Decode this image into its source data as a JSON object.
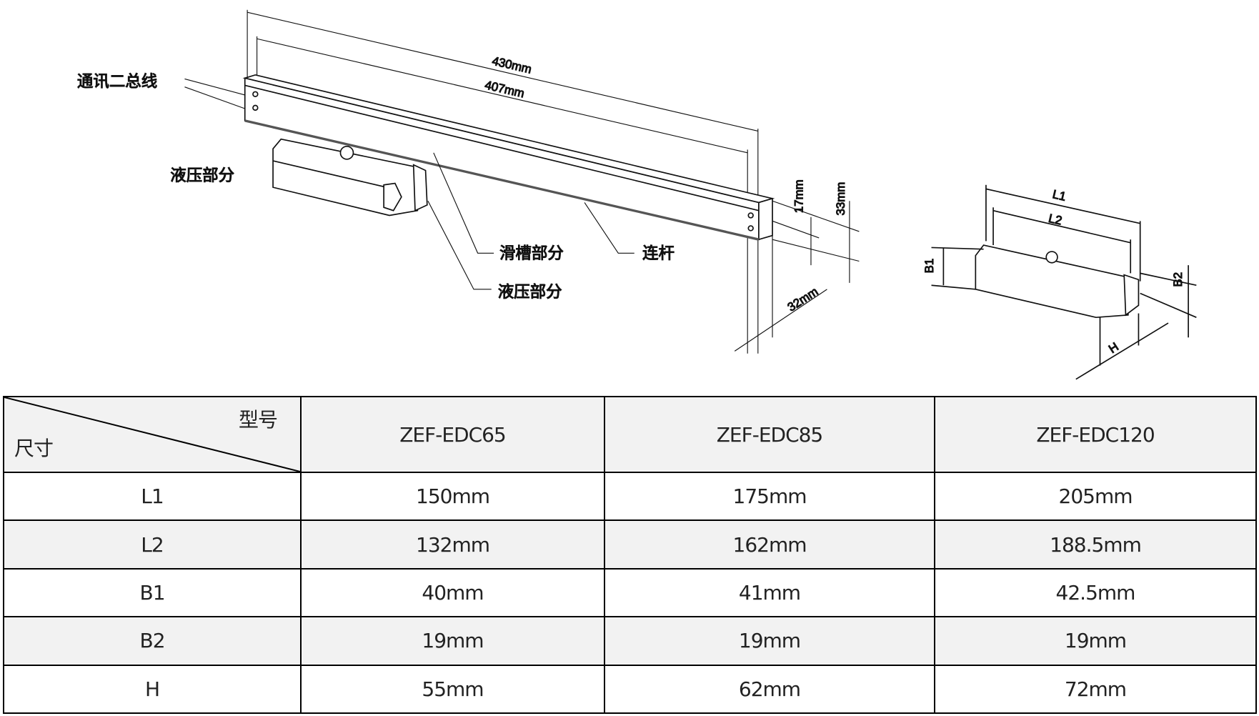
{
  "diagram": {
    "labels": {
      "bus": "通讯二总线",
      "hydraulic_top": "液压部分",
      "slide": "滑槽部分",
      "linkage": "连杆",
      "hydraulic_bottom": "液压部分"
    },
    "dimensions": {
      "total_length": "430mm",
      "inner_length": "407mm",
      "h17": "17mm",
      "h33": "33mm",
      "w32": "32mm",
      "L1": "L1",
      "L2": "L2",
      "B1": "B1",
      "B2": "B2",
      "H": "H"
    }
  },
  "table": {
    "corner_top": "型号",
    "corner_bottom": "尺寸",
    "models": [
      "ZEF-EDC65",
      "ZEF-EDC85",
      "ZEF-EDC120"
    ],
    "rows": [
      {
        "dim": "L1",
        "values": [
          "150mm",
          "175mm",
          "205mm"
        ]
      },
      {
        "dim": "L2",
        "values": [
          "132mm",
          "162mm",
          "188.5mm"
        ]
      },
      {
        "dim": "B1",
        "values": [
          "40mm",
          "41mm",
          "42.5mm"
        ]
      },
      {
        "dim": "B2",
        "values": [
          "19mm",
          "19mm",
          "19mm"
        ]
      },
      {
        "dim": "H",
        "values": [
          "55mm",
          "62mm",
          "72mm"
        ]
      }
    ]
  }
}
